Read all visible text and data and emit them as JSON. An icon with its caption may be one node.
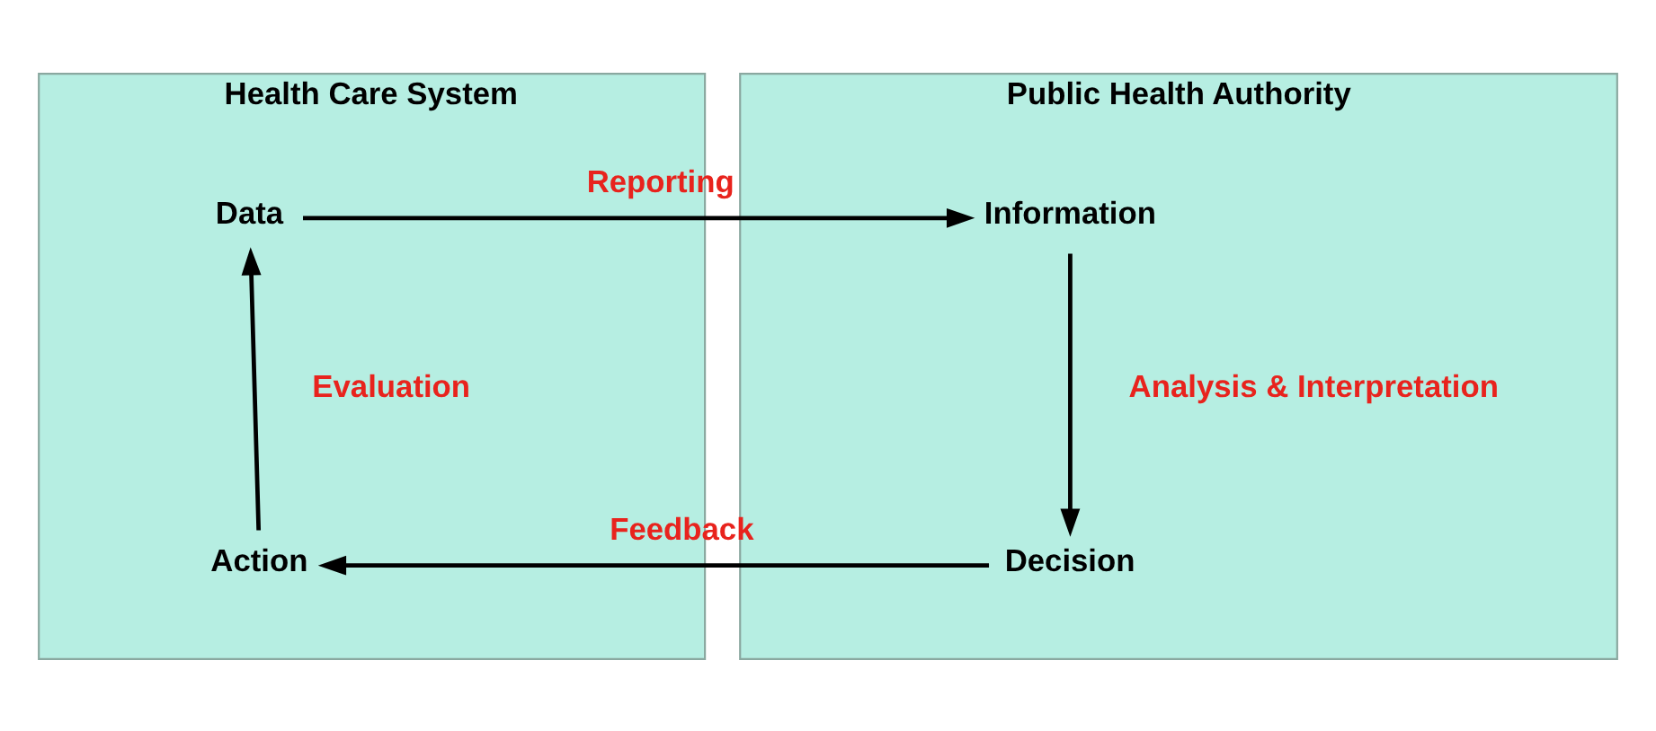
{
  "diagram": {
    "nodes": [
      {
        "text": [
          "Health Care System"
        ]
      },
      {
        "text": [
          "Data"
        ],
        "in": 0
      },
      {
        "text": [
          "Action"
        ],
        "in": 0
      },
      {
        "text": [
          "Public Health Authority"
        ]
      },
      {
        "text": [
          "Information"
        ],
        "in": 3
      },
      {
        "text": [
          "Decision"
        ],
        "in": 3
      }
    ],
    "edges": [
      {
        "from": 1,
        "to": 4,
        "arrow": "to",
        "label": "Reporting"
      },
      {
        "from": 4,
        "to": 5,
        "arrow": "to",
        "label": "Analysis & Interpretation"
      },
      {
        "from": 5,
        "to": 2,
        "arrow": "to",
        "label": "Feedback"
      },
      {
        "from": 2,
        "to": 1,
        "arrow": "to",
        "label": "Evaluation"
      }
    ]
  }
}
